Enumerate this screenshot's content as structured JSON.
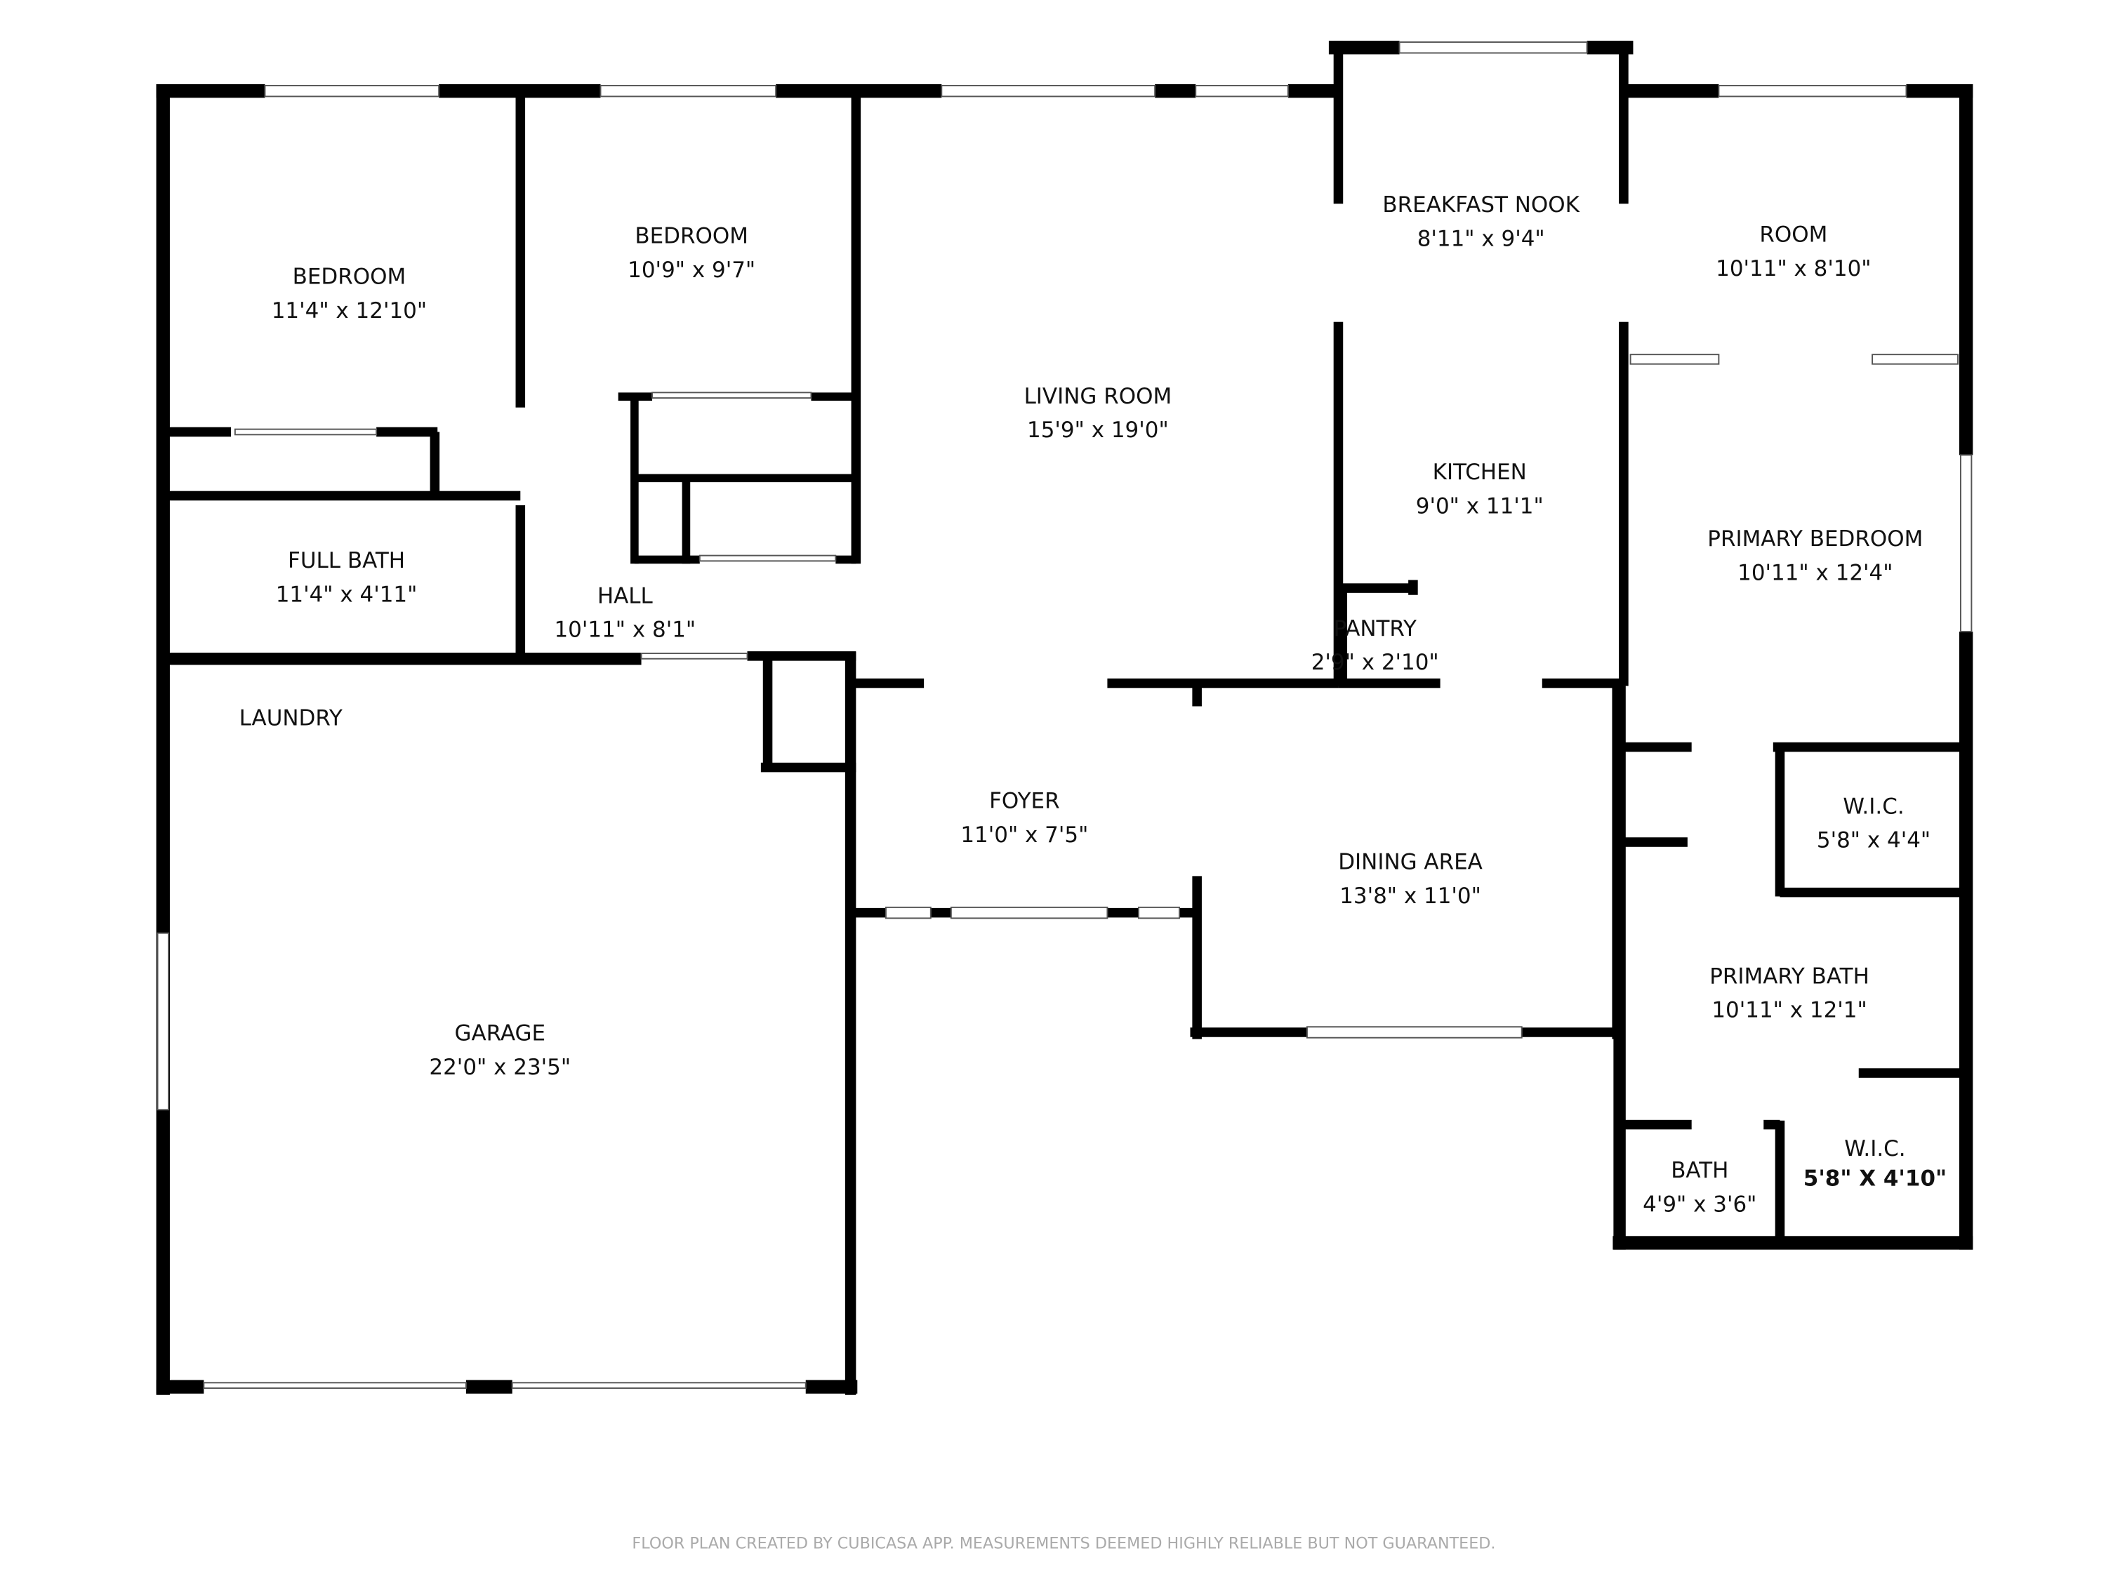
{
  "rooms": [
    {
      "name": "BEDROOM",
      "dims": "11'4\" x 12'10\""
    },
    {
      "name": "BEDROOM",
      "dims": "10'9\" x 9'7\""
    },
    {
      "name": "LIVING ROOM",
      "dims": "15'9\" x 19'0\""
    },
    {
      "name": "BREAKFAST NOOK",
      "dims": "8'11\" x 9'4\""
    },
    {
      "name": "ROOM",
      "dims": "10'11\" x 8'10\""
    },
    {
      "name": "KITCHEN",
      "dims": "9'0\" x 11'1\""
    },
    {
      "name": "PRIMARY BEDROOM",
      "dims": "10'11\" x 12'4\""
    },
    {
      "name": "FULL BATH",
      "dims": "11'4\" x 4'11\""
    },
    {
      "name": "HALL",
      "dims": "10'11\" x 8'1\""
    },
    {
      "name": "PANTRY",
      "dims": "2'9\" x 2'10\""
    },
    {
      "name": "LAUNDRY",
      "dims": ""
    },
    {
      "name": "FOYER",
      "dims": "11'0\" x 7'5\""
    },
    {
      "name": "DINING AREA",
      "dims": "13'8\" x 11'0\""
    },
    {
      "name": "W.I.C.",
      "dims": "5'8\" x 4'4\""
    },
    {
      "name": "PRIMARY BATH",
      "dims": "10'11\" x 12'1\""
    },
    {
      "name": "GARAGE",
      "dims": "22'0\" x 23'5\""
    },
    {
      "name": "BATH",
      "dims": "4'9\" x 3'6\""
    },
    {
      "name": "W.I.C.",
      "dims": "5'8\" X 4'10\""
    }
  ],
  "footer": "FLOOR PLAN CREATED BY CUBICASA APP. MEASUREMENTS DEEMED HIGHLY RELIABLE BUT NOT GUARANTEED."
}
